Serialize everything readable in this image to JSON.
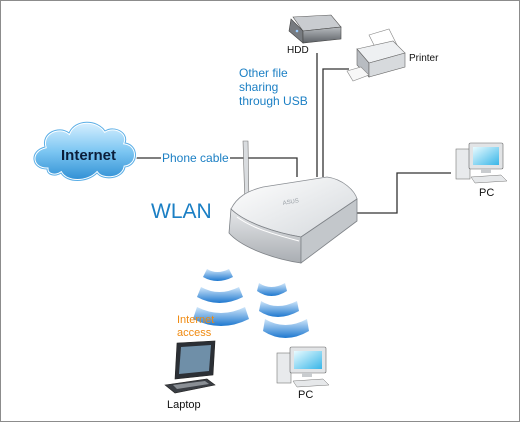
{
  "diagram": {
    "labels": {
      "internet": "Internet",
      "phone_cable": "Phone cable",
      "wlan": "WLAN",
      "hdd": "HDD",
      "printer": "Printer",
      "usb_sharing": [
        "Other file",
        "sharing",
        "through USB"
      ],
      "pc_right": "PC",
      "pc_bottom": "PC",
      "laptop": "Laptop",
      "internet_access": [
        "Internet",
        "access"
      ]
    },
    "router_brand": "ASUS",
    "colors": {
      "cable": "#333333",
      "cloud": "#3aa3e6",
      "wlan_text": "#1b7fc4",
      "wifi_waves": "#2a86d8",
      "access_text": "#f08a10"
    }
  }
}
